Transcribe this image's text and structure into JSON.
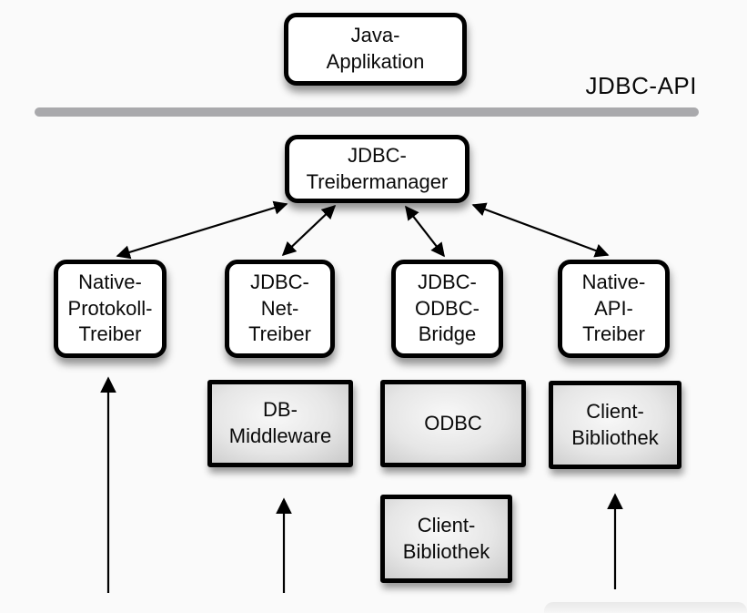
{
  "api_label": "JDBC-API",
  "nodes": {
    "java_app": {
      "label": "Java-\nApplikation"
    },
    "treibermanager": {
      "label": "JDBC-\nTreibermanager"
    },
    "native_protokoll_treiber": {
      "label": "Native-\nProtokoll-\nTreiber"
    },
    "jdbc_net_treiber": {
      "label": "JDBC-\nNet-\nTreiber"
    },
    "jdbc_odbc_bridge": {
      "label": "JDBC-\nODBC-\nBridge"
    },
    "native_api_treiber": {
      "label": "Native-\nAPI-\nTreiber"
    },
    "db_middleware": {
      "label": "DB-\nMiddleware"
    },
    "odbc": {
      "label": "ODBC"
    },
    "client_bibliothek_odbc": {
      "label": "Client-\nBibliothek"
    },
    "client_bibliothek_native": {
      "label": "Client-\nBibliothek"
    }
  },
  "colors": {
    "background": "#fafafa",
    "box_fill": "#ffffff",
    "box_border": "#000000",
    "gray_box_center": "#f8f8f8",
    "gray_box_edge": "#c9c9c9",
    "divider": "#a9a9ac",
    "arrow": "#000000"
  }
}
